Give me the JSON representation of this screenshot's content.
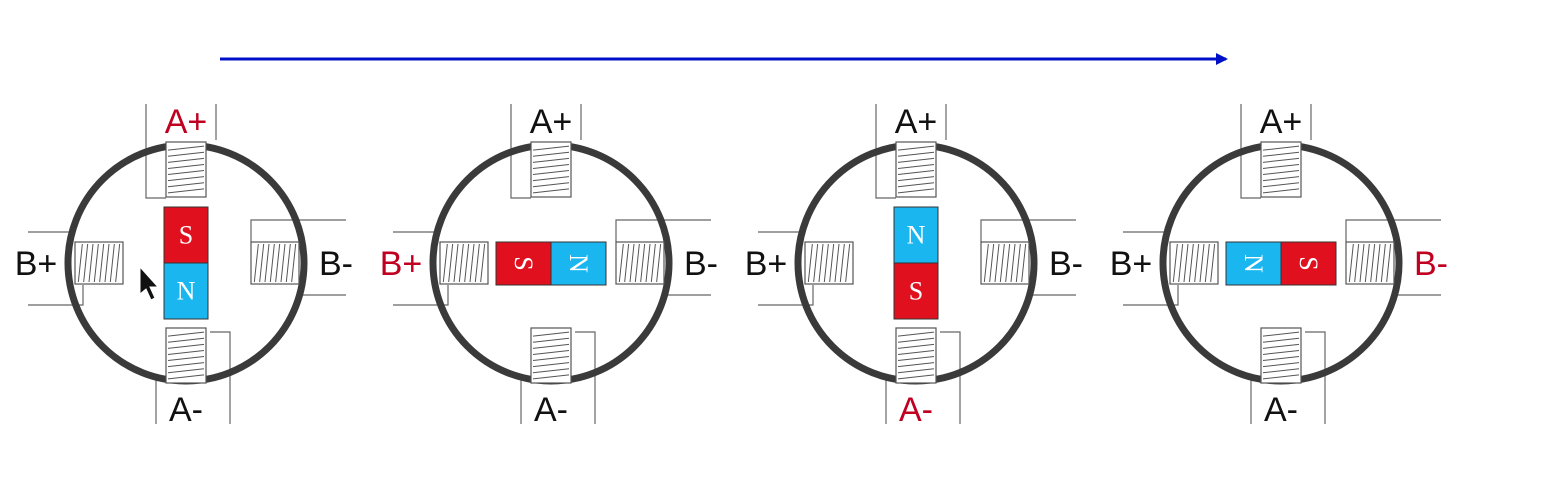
{
  "colors": {
    "active": "#c00020",
    "inactive": "#111111",
    "arrow": "#0010c8",
    "magnet_s": "#e0101e",
    "magnet_n": "#1ab6f0",
    "stator_ring": "#3a3a3a",
    "coil_line": "#555555"
  },
  "stages": [
    {
      "labels": {
        "top": "A+",
        "bottom": "A-",
        "left": "B+",
        "right": "B-"
      },
      "active": "top",
      "magnet": {
        "orientation": "vertical",
        "first": "S",
        "second": "N"
      }
    },
    {
      "labels": {
        "top": "A+",
        "bottom": "A-",
        "left": "B+",
        "right": "B-"
      },
      "active": "left",
      "magnet": {
        "orientation": "horizontal",
        "first": "S",
        "second": "N"
      }
    },
    {
      "labels": {
        "top": "A+",
        "bottom": "A-",
        "left": "B+",
        "right": "B-"
      },
      "active": "bottom",
      "magnet": {
        "orientation": "vertical",
        "first": "N",
        "second": "S"
      }
    },
    {
      "labels": {
        "top": "A+",
        "bottom": "A-",
        "left": "B+",
        "right": "B-"
      },
      "active": "right",
      "magnet": {
        "orientation": "horizontal",
        "first": "N",
        "second": "S"
      }
    }
  ]
}
